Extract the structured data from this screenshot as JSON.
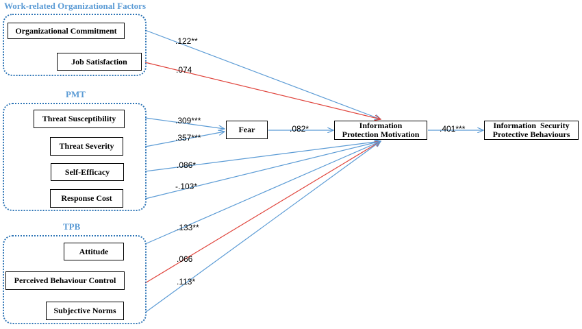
{
  "groups": {
    "work": {
      "title": "Work-related Organizational Factors"
    },
    "pmt": {
      "title": "PMT"
    },
    "tpb": {
      "title": "TPB"
    }
  },
  "constructs": {
    "organizational_commitment": "Organizational Commitment",
    "job_satisfaction": "Job Satisfaction",
    "threat_susceptibility": "Threat Susceptibility",
    "threat_severity": "Threat Severity",
    "self_efficacy": "Self-Efficacy",
    "response_cost": "Response Cost",
    "attitude": "Attitude",
    "perceived_behaviour_control": "Perceived Behaviour Control",
    "subjective_norms": "Subjective Norms",
    "fear": "Fear",
    "information_protection_motivation_line1": "Information",
    "information_protection_motivation_line2": "Protection Motivation",
    "information_security_line1": "Information  Security",
    "information_security_line2": "Protective Behaviours"
  },
  "paths": {
    "organizational_commitment_to_motivation": ".122**",
    "job_satisfaction_to_motivation": ".074",
    "threat_susceptibility_to_fear": ".309***",
    "threat_severity_to_fear": ".357***",
    "fear_to_motivation": ".082*",
    "self_efficacy_to_motivation": ".086*",
    "response_cost_to_motivation": "-.103*",
    "attitude_to_motivation": ".133**",
    "perceived_behaviour_control_to_motivation": ".066",
    "subjective_norms_to_motivation": ".113*",
    "motivation_to_behaviours": ".401***"
  },
  "colors": {
    "significant_path": "#5b9bd5",
    "nonsignificant_path": "#e0443c",
    "group_title": "#5b9bd5",
    "group_border": "#2e75b6"
  }
}
